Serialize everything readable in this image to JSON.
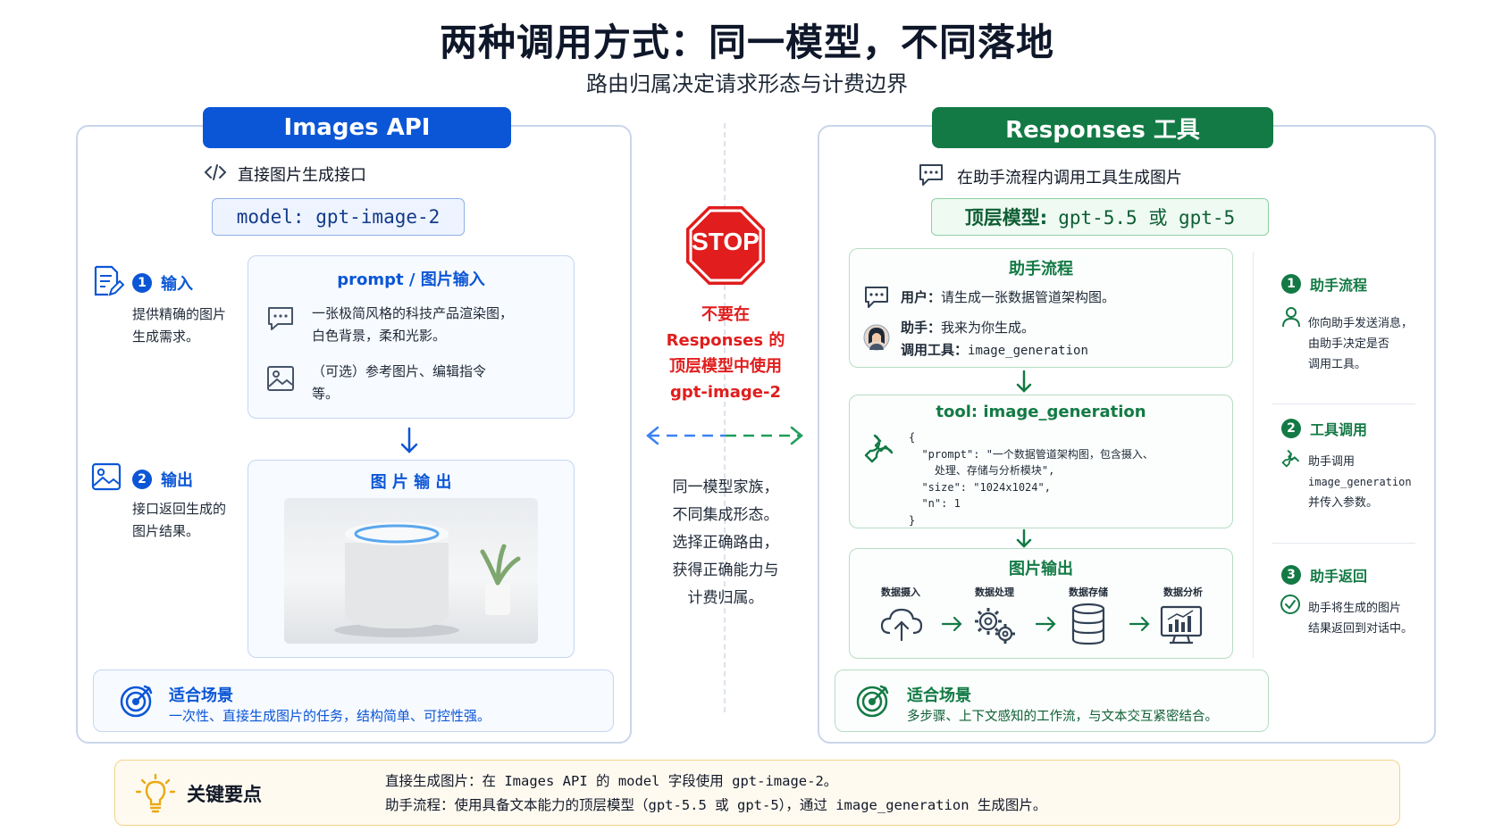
{
  "header": {
    "title": "两种调用方式：同一模型，不同落地",
    "subtitle": "路由归属决定请求形态与计费边界"
  },
  "left": {
    "header": "Images API",
    "endpoint": "直接图片生成接口",
    "model_pill": "model: gpt-image-2",
    "step1": {
      "num": "1",
      "label": "输入",
      "desc1": "提供精确的图片",
      "desc2": "生成需求。"
    },
    "prompt_box": {
      "title": "prompt / 图片输入",
      "line1a": "一张极简风格的科技产品渲染图，",
      "line1b": "白色背景，柔和光影。",
      "line2a": "（可选）参考图片、编辑指令",
      "line2b": "等。"
    },
    "step2": {
      "num": "2",
      "label": "输出",
      "desc1": "接口返回生成的",
      "desc2": "图片结果。"
    },
    "output_box": {
      "title": "图 片 输 出"
    },
    "scenario": {
      "title": "适合场景",
      "desc": "一次性、直接生成图片的任务，结构简单、可控性强。"
    }
  },
  "center": {
    "stop_sign": "STOP",
    "warning": [
      "不要在",
      "Responses 的",
      "顶层模型中使用",
      "gpt-image-2"
    ],
    "notes": [
      "同一模型家族，",
      "不同集成形态。",
      "选择正确路由，",
      "获得正确能力与",
      "计费归属。"
    ]
  },
  "right": {
    "header": "Responses 工具",
    "endpoint": "在助手流程内调用工具生成图片",
    "model_label": "顶层模型:",
    "model_value": "gpt-5.5 或 gpt-5",
    "flow": {
      "title": "助手流程",
      "user_label": "用户：",
      "user_text": "请生成一张数据管道架构图。",
      "assistant_label": "助手：",
      "assistant_text": "我来为你生成。",
      "tool_label": "调用工具：",
      "tool_text": "image_generation"
    },
    "tool": {
      "title": "tool: image_generation",
      "code": [
        "{",
        "  \"prompt\": \"一个数据管道架构图，包含摄入、",
        "    处理、存储与分析模块\",",
        "  \"size\": \"1024x1024\",",
        "  \"n\": 1",
        "}"
      ]
    },
    "output": {
      "title": "图片输出",
      "stages": [
        "数据摄入",
        "数据处理",
        "数据存储",
        "数据分析"
      ]
    },
    "scenario": {
      "title": "适合场景",
      "desc": "多步骤、上下文感知的工作流，与文本交互紧密结合。"
    },
    "steps": [
      {
        "num": "1",
        "label": "助手流程",
        "lines": [
          "你向助手发送消息，",
          "由助手决定是否",
          "调用工具。"
        ]
      },
      {
        "num": "2",
        "label": "工具调用",
        "lines": [
          "助手调用",
          "image_generation",
          "并传入参数。"
        ]
      },
      {
        "num": "3",
        "label": "助手返回",
        "lines": [
          "助手将生成的图片",
          "结果返回到对话中。"
        ]
      }
    ]
  },
  "key_points": {
    "title": "关键要点",
    "line1": "直接生成图片：在 Images API 的 model 字段使用 gpt-image-2。",
    "line2": "助手流程：使用具备文本能力的顶层模型（gpt-5.5 或 gpt-5），通过 image_generation 生成图片。"
  },
  "colors": {
    "blue": "#0b56d6",
    "green": "#137a45",
    "red": "#e11d1d"
  }
}
